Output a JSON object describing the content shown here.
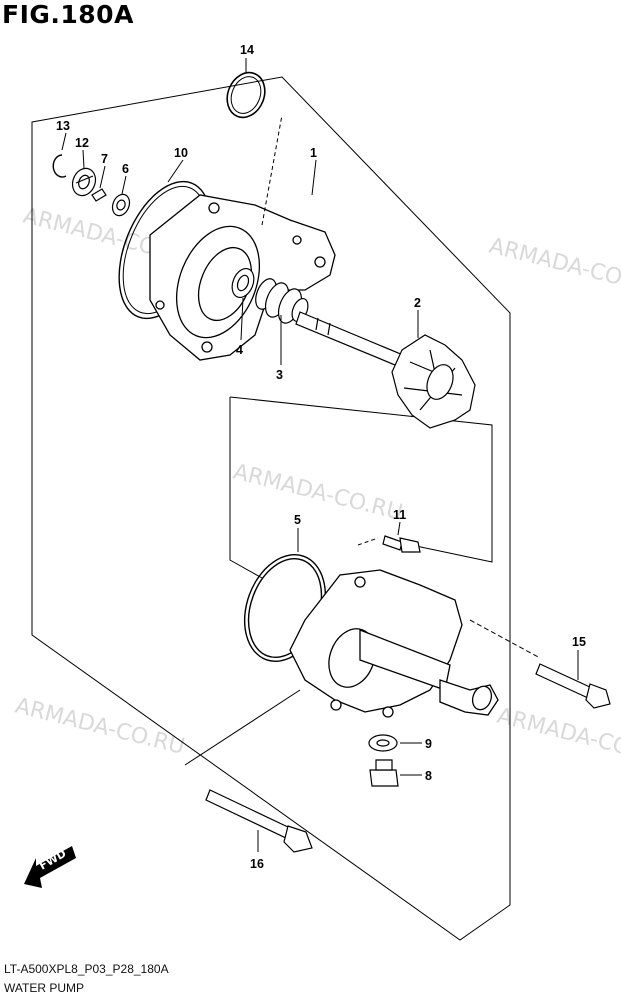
{
  "figure_title": "FIG.180A",
  "footer_code": "LT-A500XPL8_P03_P28_180A",
  "footer_name": "WATER PUMP",
  "watermark": "ARMADA-CO.RU",
  "fwd_label": "FWD",
  "callouts": {
    "c1": "1",
    "c2": "2",
    "c3": "3",
    "c4": "4",
    "c5": "5",
    "c6": "6",
    "c7": "7",
    "c8": "8",
    "c9": "9",
    "c10": "10",
    "c11": "11",
    "c12": "12",
    "c13": "13",
    "c14": "14",
    "c15": "15",
    "c16": "16"
  }
}
